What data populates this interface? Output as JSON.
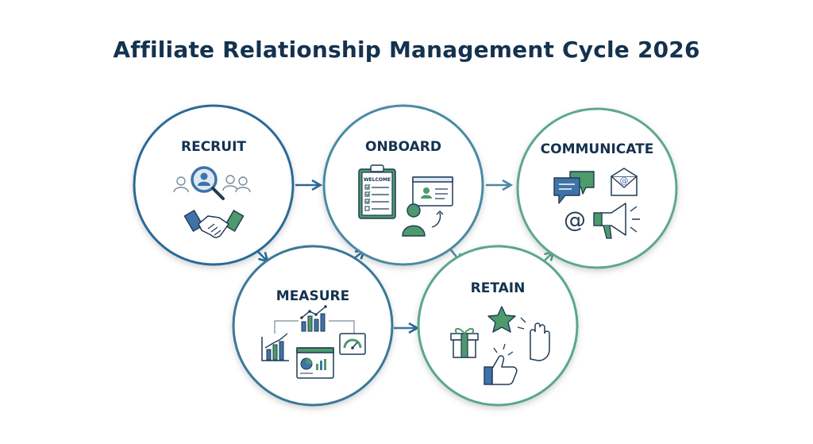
{
  "title": "Affiliate Relationship Management Cycle 2026",
  "stages": [
    {
      "label": "RECRUIT",
      "icons": [
        "search-people-icon",
        "handshake-icon"
      ]
    },
    {
      "label": "ONBOARD",
      "icons": [
        "welcome-checklist-icon",
        "user-dashboard-icon"
      ]
    },
    {
      "label": "COMMUNICATE",
      "icons": [
        "chat-bubbles-icon",
        "email-icon",
        "at-sign-icon",
        "megaphone-icon"
      ]
    },
    {
      "label": "MEASURE",
      "icons": [
        "bar-chart-icon",
        "dashboard-icon",
        "gauge-icon"
      ]
    },
    {
      "label": "RETAIN",
      "icons": [
        "gift-icon",
        "star-icon",
        "hand-wave-icon",
        "thumbs-up-icon"
      ]
    }
  ],
  "onboard_clipboard_text": "WELCOME",
  "communicate_at_symbol": "@",
  "email_at_symbol": "@",
  "colors": {
    "title": "#14324f",
    "recruit_ring": "#2a6a98",
    "onboard_ring": "#4a8aa5",
    "communicate_ring": "#5da88c",
    "measure_ring": "#3a7898",
    "retain_ring": "#5aa78a",
    "icon_blue": "#3f73a8",
    "icon_green": "#4d9a6b"
  }
}
